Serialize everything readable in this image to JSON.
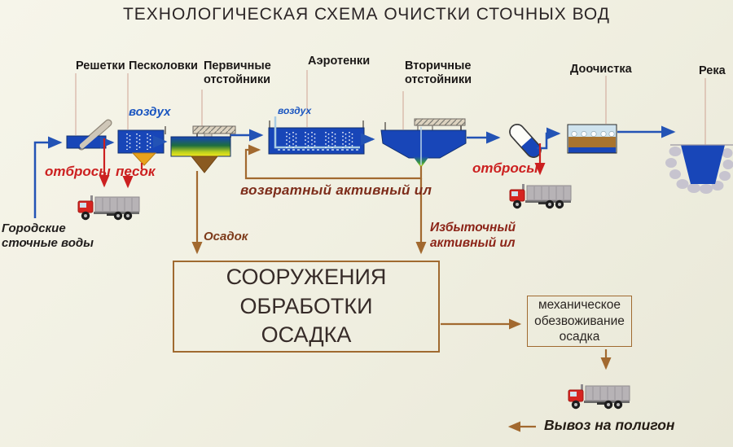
{
  "title": "ТЕХНОЛОГИЧЕСКАЯ СХЕМА ОЧИСТКИ СТОЧНЫХ ВОД",
  "stages": {
    "screens": "Решетки",
    "grit": "Песколовки",
    "primary": "Первичные\nотстойники",
    "aeration": "Аэротенки",
    "secondary": "Вторичные\nотстойники",
    "tertiary": "Доочистка",
    "river": "Река"
  },
  "labels": {
    "influent": "Городские\nсточные воды",
    "air1": "воздух",
    "air2": "воздух",
    "screenings1": "отбросы",
    "sand": "песок",
    "screenings2": "отбросы",
    "return_sludge": "возвратный активный ил",
    "excess_sludge": "Избыточный\nактивный ил",
    "sediment": "Осадок",
    "sludge_box": "СООРУЖЕНИЯ\nОБРАБОТКИ\nОСАДКА",
    "dewatering_box": "механическое\nобезвоживание\nосадка",
    "landfill": "Вывоз на полигон"
  },
  "colors": {
    "background": "#f1f0e2",
    "flow_blue": "#2353b5",
    "tank_blue": "#1846b8",
    "sludge_brown": "#a2692f",
    "alert_red": "#cc2020",
    "maroon_text": "#7d2c1a",
    "sand_orange": "#e8a21c"
  }
}
